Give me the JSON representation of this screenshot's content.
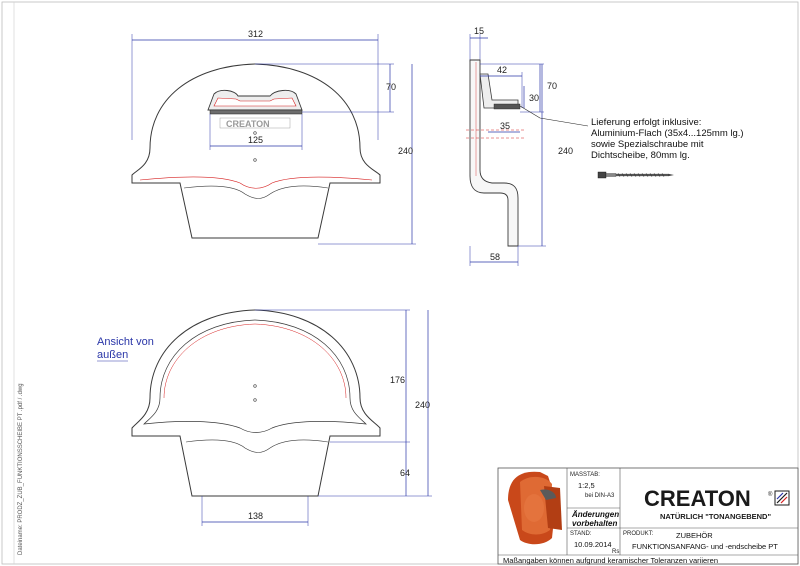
{
  "views": {
    "front": {
      "dim_width": "312",
      "dim_top": "70",
      "dim_inner": "125",
      "dim_height": "240",
      "brand_mark": "CREATON"
    },
    "side": {
      "dim_thickness": "15",
      "dim_offset": "42",
      "dim_top": "70",
      "dim_gap": "30",
      "dim_plate": "35",
      "dim_height": "240",
      "dim_base": "58"
    },
    "outside": {
      "title_line1": "Ansicht von",
      "title_line2": "außen",
      "dim_upper": "176",
      "dim_total": "240",
      "dim_lower": "64",
      "dim_bottom": "138"
    }
  },
  "delivery_note": {
    "line1": "Lieferung erfolgt inklusive:",
    "line2": "Aluminium-Flach (35x4...125mm lg.)",
    "line3": "sowie Spezialschraube mit",
    "line4": "Dichtscheibe, 80mm lg."
  },
  "side_label": "Dateiname:  PRODZ_ZUB_FUNKTIONSSCHEIBE PT .pdf / .dwg",
  "title_block": {
    "masstab_label": "MASSTAB:",
    "masstab_value": "1:2,5",
    "masstab_note": "bei DIN-A3",
    "changes_line1": "Änderungen",
    "changes_line2": "vorbehalten",
    "stand_label": "STAND:",
    "stand_value": "10.09.2014",
    "stand_suffix": "Rs",
    "produkt_label": "PRODUKT:",
    "produkt_line1": "ZUBEHÖR",
    "produkt_line2": "FUNKTIONSANFANG- und -endscheibe PT",
    "footer": "Maßangaben  können  aufgrund  keramischer  Toleranzen  variieren",
    "logo_text": "CREATON",
    "logo_tagline": "NATÜRLICH \"TONANGEBEND\"",
    "logo_registered": "®"
  },
  "colors": {
    "outline": "#3a3a3a",
    "dimension": "#2a36a8",
    "highlight": "#d62020",
    "terracotta": "#d2541c"
  }
}
